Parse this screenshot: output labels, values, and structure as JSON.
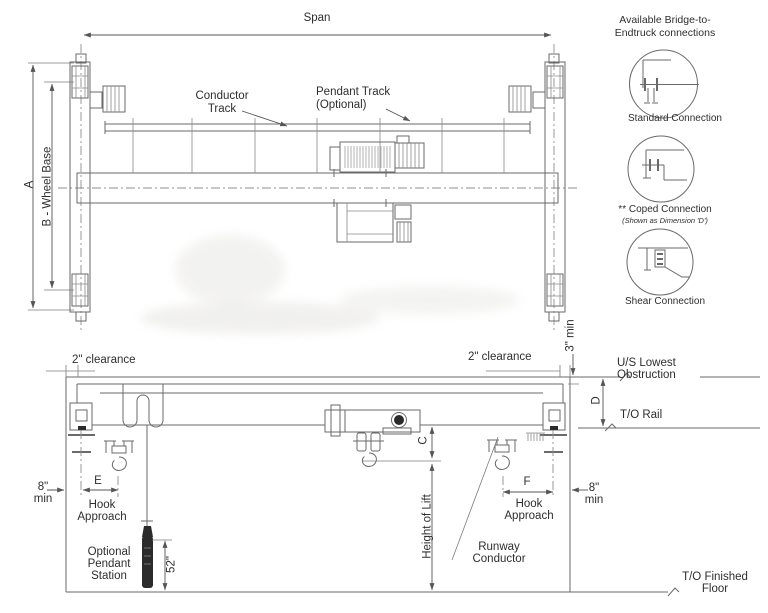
{
  "colors": {
    "line": "#6a6a6a",
    "dim": "#555555",
    "text": "#2e2e2e",
    "bg": "#ffffff",
    "dark": "#2b2b2b"
  },
  "plan": {
    "span": "Span",
    "dim_a": "A",
    "dim_b": "B - Wheel Base",
    "conductor_l1": "Conductor",
    "conductor_l2": "Track",
    "pendant_l1": "Pendant Track",
    "pendant_l2": "(Optional)"
  },
  "connections": {
    "header_l1": "Available Bridge-to-",
    "header_l2": "Endtruck connections",
    "standard_label": "Standard Connection",
    "coped_label": "** Coped Connection",
    "coped_sub": "(Shown as Dimension 'D')",
    "shear_label": "Shear Connection"
  },
  "elevation": {
    "clearance_left": "2\" clearance",
    "clearance_right": "2\" clearance",
    "three_min": "3\" min",
    "us_lowest_l1": "U/S Lowest",
    "us_lowest_l2": "Obstruction",
    "to_rail": "T/O Rail",
    "dim_d": "D",
    "dim_c": "C",
    "height_of_lift": "Height of Lift",
    "eight_min_l1": "8\"",
    "eight_min_l2": "min",
    "dim_e": "E",
    "dim_f": "F",
    "hook_approach_l1": "Hook",
    "hook_approach_l2": "Approach",
    "pendant_l1": "Optional",
    "pendant_l2": "Pendant",
    "pendant_l3": "Station",
    "fifty_two": "52\"",
    "runway_l1": "Runway",
    "runway_l2": "Conductor",
    "floor_l1": "T/O Finished",
    "floor_l2": "Floor"
  }
}
